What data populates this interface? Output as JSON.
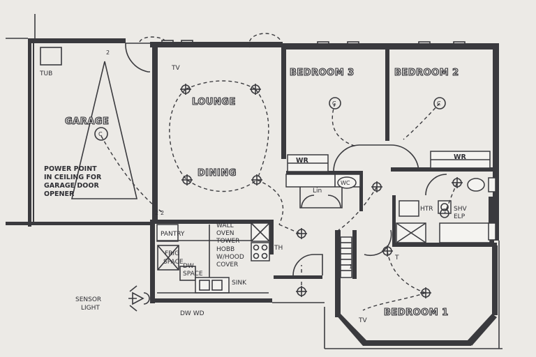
{
  "rooms": {
    "garage": "GARAGE",
    "lounge": "LOUNGE",
    "dining": "DINING",
    "bedroom3": "BEDROOM 3",
    "bedroom2": "BEDROOM 2",
    "bedroom1": "BEDROOM 1"
  },
  "labels": {
    "tub": "TUB",
    "tv_lounge": "TV",
    "tv_bed1": "TV",
    "power_line1": "POWER POINT",
    "power_line2": "IN CEILING FOR",
    "power_line3": "GARAGE DOOR",
    "power_line4": "OPENER",
    "pantry": "PANTRY",
    "fridge1": "FRIG",
    "fridge2": "SPACE",
    "dw1": "DW",
    "dw2": "SPACE",
    "wall_oven1": "WALL",
    "wall_oven2": "OVEN",
    "wall_oven3": "TOWER",
    "hob1": "HOBB",
    "hob2": "W/HOOD",
    "hob3": "COVER",
    "sink": "SINK",
    "th": "TH",
    "wr1": "WR",
    "wr2": "WR",
    "lin": "Lin",
    "wc": "WC",
    "htr": "HTR",
    "shv1": "SHV",
    "shv2": "ELP",
    "sensor1": "SENSOR",
    "sensor2": "LIGHT",
    "dw_wd": "DW  WD",
    "t_mark": "T",
    "two_a": "2",
    "two_b": "2",
    "two_c": "2",
    "one_a": "1"
  },
  "icons": [
    "ceiling-light-icon",
    "power-point-icon",
    "sensor-light-icon",
    "wc-icon",
    "sink-icon"
  ],
  "colors": {
    "paper": "#eceae6",
    "ink": "#3a3a3e"
  }
}
